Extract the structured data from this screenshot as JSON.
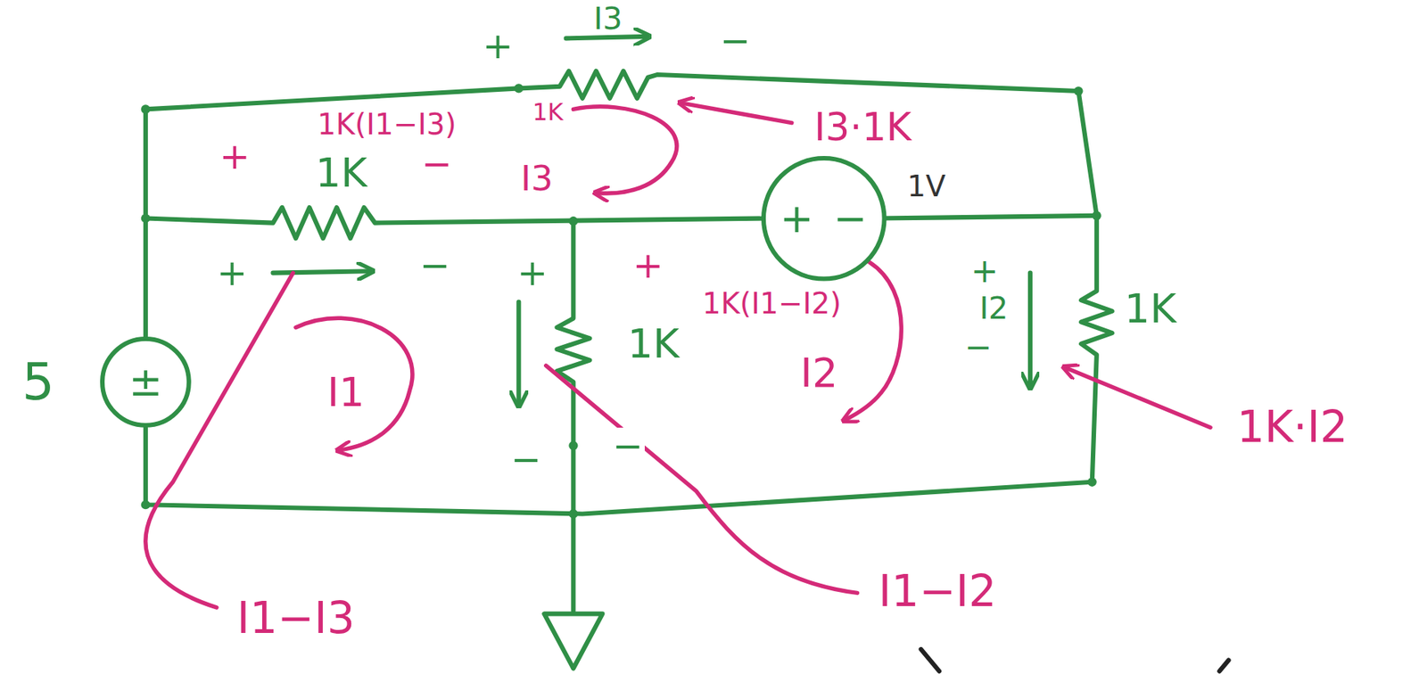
{
  "diagram": {
    "nodes": [
      {
        "text": [
          "±"
        ]
      },
      {
        "text": [
          "+",
          "−"
        ]
      }
    ],
    "labels": [
      "I3",
      "+",
      "−",
      "1K(I1−I3)",
      "1K",
      "I3·1K",
      "+",
      "1K",
      "−",
      "I3",
      "1V",
      "+",
      "−",
      "+",
      "+",
      "1K(I1−I2)",
      "+",
      "I2",
      "1K",
      "1K",
      "−",
      "5",
      "I1",
      "I2",
      "1K·I2",
      "−",
      "−",
      "I1−I3",
      "I1−I2"
    ]
  }
}
